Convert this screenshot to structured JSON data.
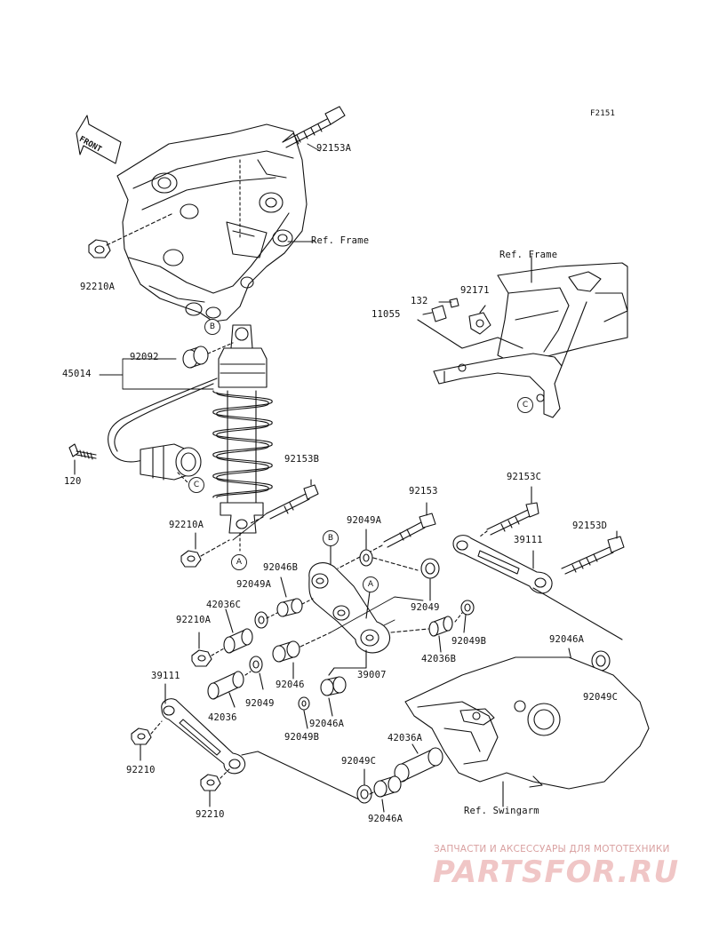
{
  "diagram_code": "F2151",
  "front_label": "FRONT",
  "ref_labels": {
    "frame_upper": "Ref. Frame",
    "frame_right": "Ref. Frame",
    "swingarm": "Ref. Swingarm"
  },
  "callouts": {
    "a": "A",
    "b": "B",
    "c": "C"
  },
  "parts": {
    "p92153A": "92153A",
    "p92210A_top": "92210A",
    "p92092": "92092",
    "p45014": "45014",
    "p120": "120",
    "p92153B": "92153B",
    "p92210A_mid": "92210A",
    "p132": "132",
    "p92171": "92171",
    "p11055": "11055",
    "p92153": "92153",
    "p92153C": "92153C",
    "p92049A_a": "92049A",
    "p39111_r": "39111",
    "p92153D": "92153D",
    "p92046B": "92046B",
    "p92049A_b": "92049A",
    "p42036C": "42036C",
    "p92210A_low": "92210A",
    "p92049": "92049",
    "p92049B_r": "92049B",
    "p42036B": "42036B",
    "p39007": "39007",
    "p92046A_r": "92046A",
    "p92049C_r": "92049C",
    "p39111_l": "39111",
    "p92046": "92046",
    "p42036": "42036",
    "p92049_l": "92049",
    "p92046A_l": "92046A",
    "p92049B_l": "92049B",
    "p42036A": "42036A",
    "p92210_a": "92210",
    "p92210_b": "92210",
    "p92049C_l": "92049C",
    "p92046A_b": "92046A"
  },
  "watermark": {
    "tagline": "ЗАПЧАСТИ И АКСЕССУАРЫ ДЛЯ МОТОТЕХНИКИ",
    "brand": "PARTSFOR.RU"
  }
}
